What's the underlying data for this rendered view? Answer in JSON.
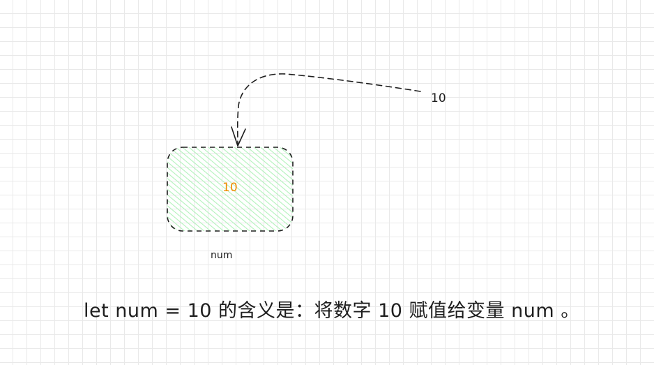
{
  "diagram": {
    "arrow_source_label": "10",
    "box": {
      "value": "10",
      "caption": "num",
      "fill_color": "#b2f2bb",
      "stroke_color": "#1e1e1e",
      "value_color": "#f08c00"
    },
    "statement": "let num = 10 的含义是：将数字 10 赋值给变量 num 。"
  }
}
